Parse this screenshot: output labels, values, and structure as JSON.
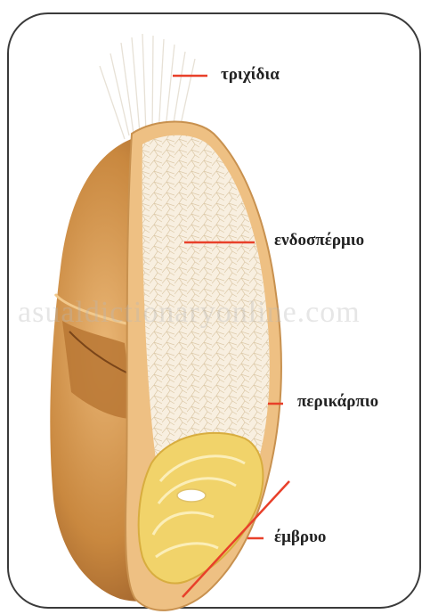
{
  "labels": {
    "hairs": "τριχίδια",
    "endosperm": "ενδοσπέρμιο",
    "pericarp": "περικάρπιο",
    "embryo": "έμβρυο"
  },
  "watermark": "asualdictionaryonline.com",
  "colors": {
    "leader": "#e8402a",
    "husk_dark": "#a9672e",
    "husk_light": "#dca56a",
    "pericarp": "#f0c98f",
    "endosperm": "#f8efe0",
    "embryo": "#f3d56f"
  }
}
